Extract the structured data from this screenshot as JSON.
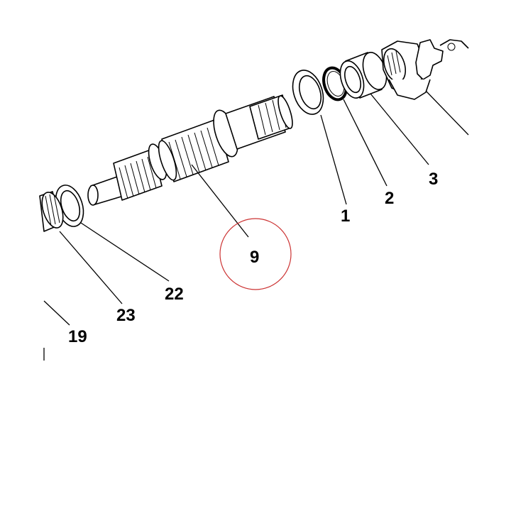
{
  "diagram": {
    "callouts": {
      "c1": "1",
      "c2": "2",
      "c3": "3",
      "c9": "9",
      "c19": "19",
      "c22": "22",
      "c23": "23"
    },
    "colors": {
      "line": "#000000",
      "highlight": "#cc3333",
      "background": "#ffffff"
    }
  }
}
